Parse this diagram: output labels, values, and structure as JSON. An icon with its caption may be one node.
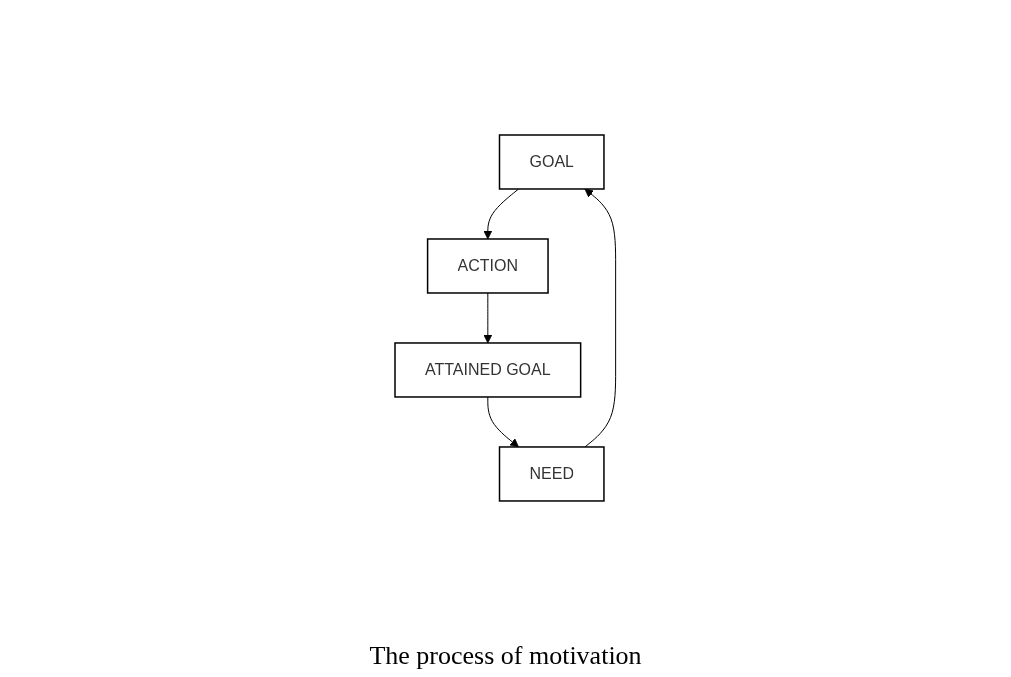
{
  "diagram": {
    "caption": "The process of motivation",
    "nodes": [
      {
        "text": [
          "GOAL"
        ]
      },
      {
        "text": [
          "ACTION"
        ]
      },
      {
        "text": [
          "NEED"
        ]
      },
      {
        "text": [
          "ATTAINED GOAL"
        ]
      }
    ],
    "edges": [
      {
        "from": 2,
        "to": 0,
        "arrow": "to"
      },
      {
        "from": 0,
        "to": 1,
        "arrow": "to"
      },
      {
        "from": 1,
        "to": 3,
        "arrow": "to"
      },
      {
        "from": 3,
        "to": 2,
        "arrow": "to"
      }
    ]
  }
}
